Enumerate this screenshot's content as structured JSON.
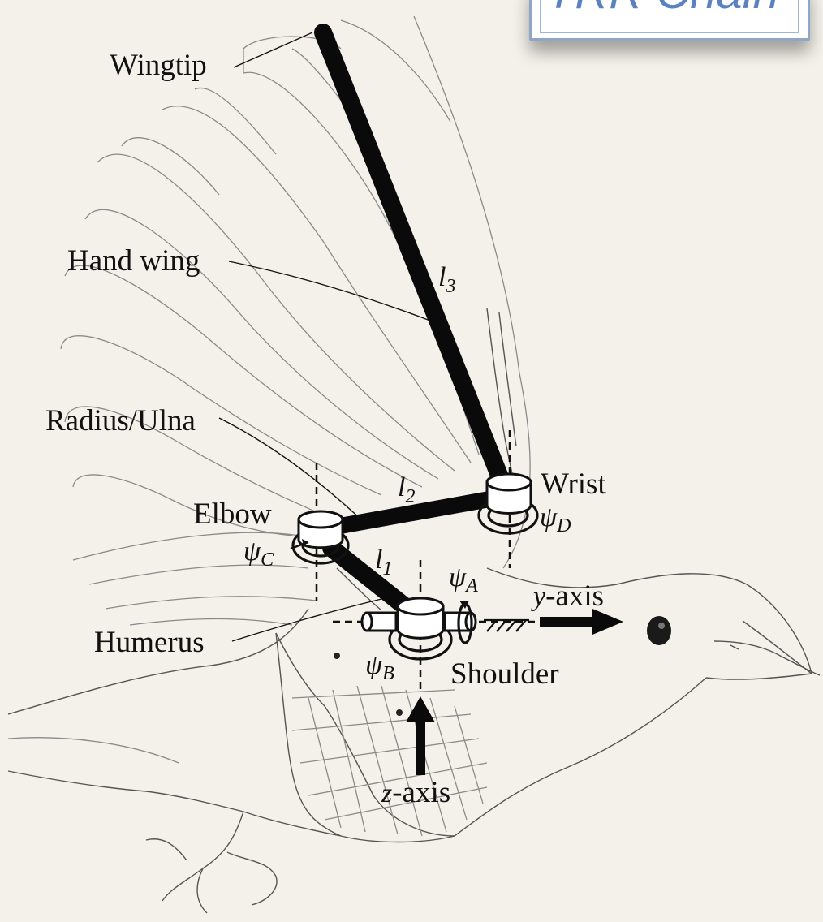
{
  "title": "TRR Chain",
  "labels": {
    "wingtip": "Wingtip",
    "hand_wing": "Hand wing",
    "radius_ulna": "Radius/Ulna",
    "elbow": "Elbow",
    "wrist": "Wrist",
    "humerus": "Humerus",
    "shoulder": "Shoulder",
    "y_axis_var": "y",
    "y_axis_word": "-axis",
    "z_axis_var": "z",
    "z_axis_word": "-axis"
  },
  "links": {
    "l1": {
      "symbol": "l",
      "sub": "1"
    },
    "l2": {
      "symbol": "l",
      "sub": "2"
    },
    "l3": {
      "symbol": "l",
      "sub": "3"
    }
  },
  "joints": {
    "psi_a": {
      "symbol": "ψ",
      "sub": "A"
    },
    "psi_b": {
      "symbol": "ψ",
      "sub": "B"
    },
    "psi_c": {
      "symbol": "ψ",
      "sub": "C"
    },
    "psi_d": {
      "symbol": "ψ",
      "sub": "D"
    }
  }
}
